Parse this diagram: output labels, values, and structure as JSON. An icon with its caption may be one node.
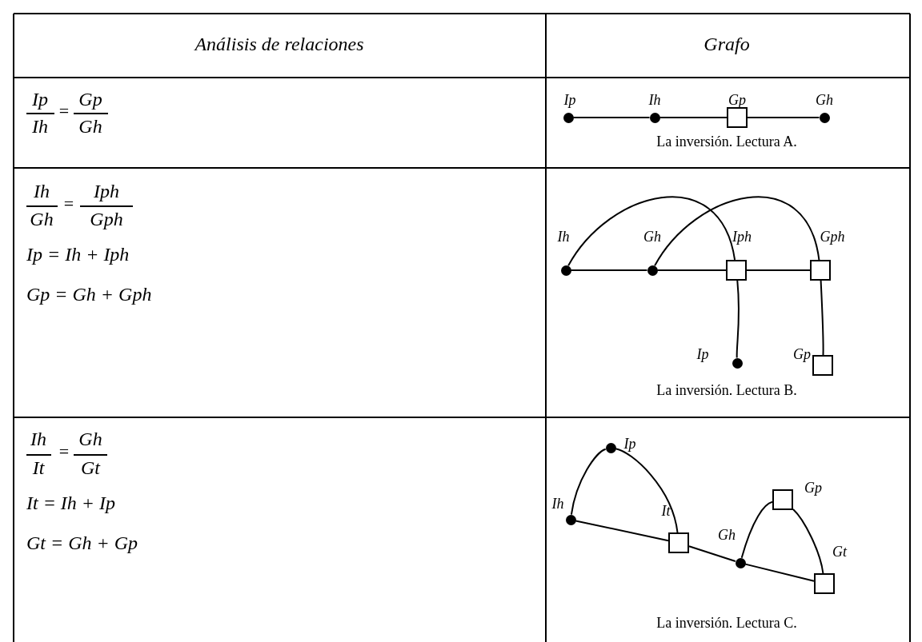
{
  "diagram": {
    "nodes": [
      {
        "text": [],
        "shape": "circle",
        "beside": [
          "Ip"
        ]
      },
      {
        "text": [],
        "shape": "circle",
        "beside": [
          "Ih"
        ]
      },
      {
        "text": [],
        "shape": "box",
        "beside": [
          "Gp"
        ]
      },
      {
        "text": [],
        "shape": "circle",
        "beside": [
          "Gh"
        ]
      },
      {
        "text": [],
        "shape": "circle",
        "beside": [
          "Ih"
        ]
      },
      {
        "text": [],
        "shape": "circle",
        "beside": [
          "Gh"
        ]
      },
      {
        "text": [],
        "shape": "box",
        "beside": [
          "Iph"
        ]
      },
      {
        "text": [],
        "shape": "box",
        "beside": [
          "Gph"
        ]
      },
      {
        "text": [],
        "shape": "circle",
        "beside": [
          "Ip"
        ]
      },
      {
        "text": [],
        "shape": "box",
        "beside": [
          "Gp"
        ]
      },
      {
        "text": [],
        "shape": "circle",
        "beside": [
          "Ih"
        ]
      },
      {
        "text": [],
        "shape": "circle",
        "beside": [
          "Ip"
        ]
      },
      {
        "text": [],
        "shape": "box",
        "beside": [
          "It"
        ]
      },
      {
        "text": [],
        "shape": "circle",
        "beside": [
          "Gh"
        ]
      },
      {
        "text": [],
        "shape": "box",
        "beside": [
          "Gp"
        ]
      },
      {
        "text": [],
        "shape": "box",
        "beside": [
          "Gt"
        ]
      }
    ],
    "edges": [
      {
        "from": 0,
        "to": 1,
        "arrow": "none"
      },
      {
        "from": 1,
        "to": 2,
        "arrow": "none"
      },
      {
        "from": 2,
        "to": 3,
        "arrow": "none"
      },
      {
        "from": 4,
        "to": 5,
        "arrow": "none"
      },
      {
        "from": 5,
        "to": 6,
        "arrow": "none"
      },
      {
        "from": 6,
        "to": 7,
        "arrow": "none"
      },
      {
        "from": 4,
        "to": 6,
        "arrow": "none"
      },
      {
        "from": 5,
        "to": 7,
        "arrow": "none"
      },
      {
        "from": 6,
        "to": 8,
        "arrow": "none"
      },
      {
        "from": 7,
        "to": 9,
        "arrow": "none"
      },
      {
        "from": 10,
        "to": 11,
        "arrow": "none"
      },
      {
        "from": 11,
        "to": 12,
        "arrow": "none"
      },
      {
        "from": 10,
        "to": 12,
        "arrow": "none"
      },
      {
        "from": 12,
        "to": 13,
        "arrow": "none"
      },
      {
        "from": 13,
        "to": 14,
        "arrow": "none"
      },
      {
        "from": 14,
        "to": 15,
        "arrow": "none"
      },
      {
        "from": 13,
        "to": 15,
        "arrow": "none"
      }
    ],
    "labels": [
      "Análisis de relaciones",
      "Grafo",
      "Ip",
      "Ih",
      "=",
      "Gp",
      "Gh",
      "La inversión. Lectura A.",
      "Ih",
      "Gh",
      "=",
      "Iph",
      "Gph",
      "Ip = Ih + Iph",
      "Gp = Gh + Gph",
      "La inversión. Lectura B.",
      "Ih",
      "It",
      "=",
      "Gh",
      "Gt",
      "It = Ih + Ip",
      "Gt = Gh + Gp",
      "La inversión. Lectura C."
    ]
  }
}
